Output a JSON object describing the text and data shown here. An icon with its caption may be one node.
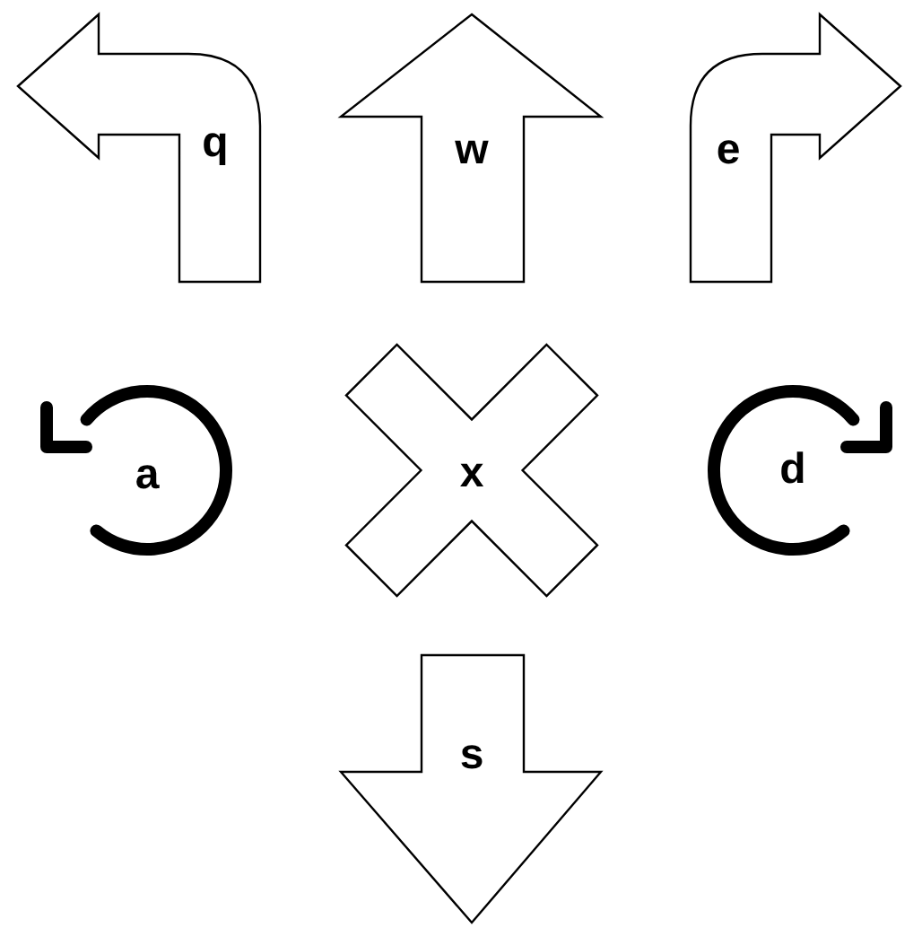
{
  "diagram": {
    "nodes": [
      {
        "text": [
          "q"
        ]
      },
      {
        "text": [
          "w"
        ]
      },
      {
        "text": [
          "e"
        ]
      },
      {
        "text": [
          "a"
        ]
      },
      {
        "text": [
          "x"
        ]
      },
      {
        "text": [
          "d"
        ]
      },
      {
        "text": [
          "s"
        ]
      }
    ]
  }
}
